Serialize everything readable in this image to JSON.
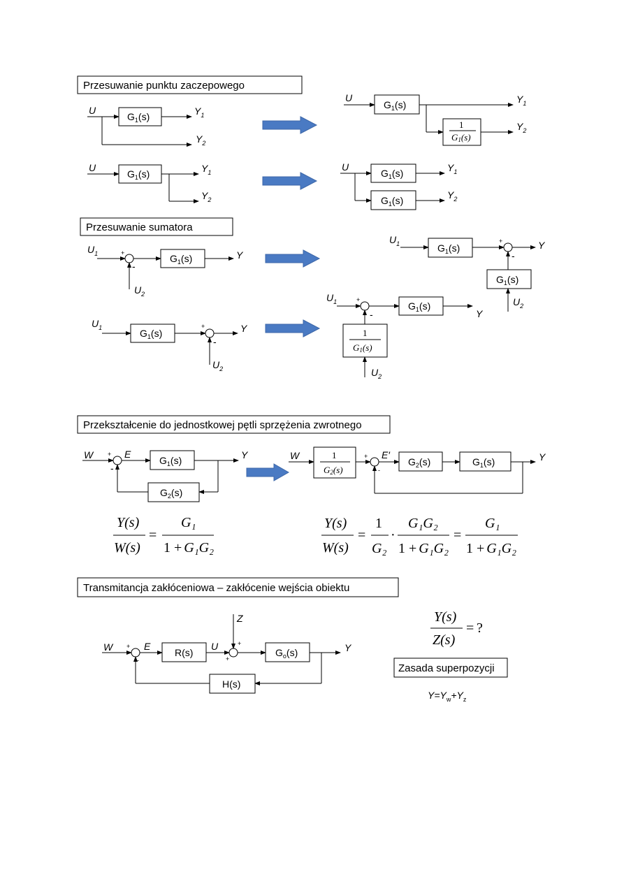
{
  "headers": {
    "s1": "Przesuwanie punktu zaczepowego",
    "s2": "Przesuwanie sumatora",
    "s3": "Przekształcenie do jednostkowej pętli sprzężenia zwrotnego",
    "s4": "Transmitancja zakłóceniowa – zakłócenie wejścia obiektu"
  },
  "blocks": {
    "g1": "G",
    "g1_sub": "1",
    "g2": "G",
    "g2_sub": "2",
    "go": "G",
    "go_sub": "o",
    "s": "(s)",
    "r": "R(s)",
    "h": "H(s)",
    "one": "1"
  },
  "signals": {
    "U": "U",
    "Y": "Y",
    "W": "W",
    "E": "E",
    "E_prime": "E′",
    "Z": "Z",
    "sub1": "1",
    "sub2": "2",
    "plus": "+",
    "minus": "-"
  },
  "equations": {
    "ys": "Y(s)",
    "ws": "W(s)",
    "zs": "Z(s)",
    "eq": "=",
    "dot": "·",
    "question": "?",
    "one_plus": "1 +",
    "g1g2": "G₁G₂",
    "g1": "G₁",
    "g2": "G₂",
    "one": "1"
  },
  "superposition": {
    "label": "Zasada superpozycji",
    "formula_y": "Y=Y",
    "formula_w": "w",
    "formula_plus": "+Y",
    "formula_z": "z"
  }
}
